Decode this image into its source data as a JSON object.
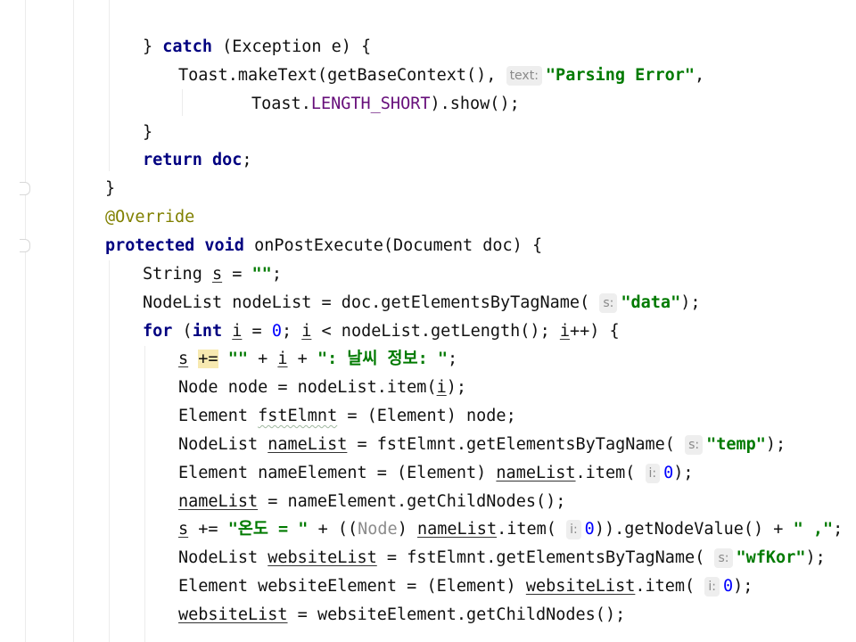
{
  "editor": {
    "lines": [
      {
        "indent": 160,
        "tokens": [
          {
            "t": "} ",
            "c": ""
          },
          {
            "t": "catch",
            "c": "kw"
          },
          {
            "t": " (Exception e) {",
            "c": ""
          }
        ]
      },
      {
        "indent": 200,
        "tokens": [
          {
            "t": "Toast.makeText(getBaseContext(), ",
            "c": ""
          },
          {
            "t": "text:",
            "c": "hint"
          },
          {
            "t": "\"Parsing Error\"",
            "c": "str"
          },
          {
            "t": ",",
            "c": ""
          }
        ]
      },
      {
        "indent": 282,
        "tokens": [
          {
            "t": "Toast.",
            "c": ""
          },
          {
            "t": "LENGTH_SHORT",
            "c": "field"
          },
          {
            "t": ").show();",
            "c": ""
          }
        ]
      },
      {
        "indent": 160,
        "tokens": [
          {
            "t": "}",
            "c": ""
          }
        ]
      },
      {
        "indent": 160,
        "tokens": [
          {
            "t": "return",
            "c": "kw"
          },
          {
            "t": " ",
            "c": ""
          },
          {
            "t": "doc",
            "c": "kw"
          },
          {
            "t": ";",
            "c": ""
          }
        ]
      },
      {
        "indent": 118,
        "tokens": [
          {
            "t": "}",
            "c": ""
          }
        ]
      },
      {
        "indent": 118,
        "tokens": [
          {
            "t": "@Override",
            "c": "anno"
          }
        ]
      },
      {
        "indent": 118,
        "tokens": [
          {
            "t": "protected",
            "c": "kw"
          },
          {
            "t": " ",
            "c": ""
          },
          {
            "t": "void",
            "c": "kw"
          },
          {
            "t": " onPostExecute(Document doc) {",
            "c": ""
          }
        ]
      },
      {
        "indent": 160,
        "tokens": [
          {
            "t": "String ",
            "c": ""
          },
          {
            "t": "s",
            "c": "u"
          },
          {
            "t": " = ",
            "c": ""
          },
          {
            "t": "\"\"",
            "c": "str"
          },
          {
            "t": ";",
            "c": ""
          }
        ]
      },
      {
        "indent": 160,
        "tokens": [
          {
            "t": "NodeList nodeList = doc.getElementsByTagName( ",
            "c": ""
          },
          {
            "t": "s:",
            "c": "hint"
          },
          {
            "t": "\"data\"",
            "c": "str"
          },
          {
            "t": ");",
            "c": ""
          }
        ]
      },
      {
        "indent": 160,
        "tokens": [
          {
            "t": "for",
            "c": "kw"
          },
          {
            "t": " (",
            "c": ""
          },
          {
            "t": "int",
            "c": "kw"
          },
          {
            "t": " ",
            "c": ""
          },
          {
            "t": "i",
            "c": "u"
          },
          {
            "t": " = ",
            "c": ""
          },
          {
            "t": "0",
            "c": "num"
          },
          {
            "t": "; ",
            "c": ""
          },
          {
            "t": "i",
            "c": "u"
          },
          {
            "t": " < nodeList.getLength(); ",
            "c": ""
          },
          {
            "t": "i",
            "c": "u"
          },
          {
            "t": "++) {",
            "c": ""
          }
        ]
      },
      {
        "indent": 200,
        "tokens": [
          {
            "t": "s",
            "c": "u"
          },
          {
            "t": " ",
            "c": ""
          },
          {
            "t": "+=",
            "c": "hl"
          },
          {
            "t": " ",
            "c": ""
          },
          {
            "t": "\"\"",
            "c": "str"
          },
          {
            "t": " + ",
            "c": ""
          },
          {
            "t": "i",
            "c": "u"
          },
          {
            "t": " + ",
            "c": ""
          },
          {
            "t": "\": 날씨 정보: \"",
            "c": "str"
          },
          {
            "t": ";",
            "c": ""
          }
        ]
      },
      {
        "indent": 200,
        "tokens": [
          {
            "t": "Node node = nodeList.item(",
            "c": ""
          },
          {
            "t": "i",
            "c": "u"
          },
          {
            "t": ");",
            "c": ""
          }
        ]
      },
      {
        "indent": 200,
        "tokens": [
          {
            "t": "Element ",
            "c": ""
          },
          {
            "t": "fstElmnt",
            "c": "squig"
          },
          {
            "t": " = (Element) node;",
            "c": ""
          }
        ]
      },
      {
        "indent": 200,
        "tokens": [
          {
            "t": "NodeList ",
            "c": ""
          },
          {
            "t": "nameList",
            "c": "u"
          },
          {
            "t": " = fstElmnt.getElementsByTagName( ",
            "c": ""
          },
          {
            "t": "s:",
            "c": "hint"
          },
          {
            "t": "\"temp\"",
            "c": "str"
          },
          {
            "t": ");",
            "c": ""
          }
        ]
      },
      {
        "indent": 200,
        "tokens": [
          {
            "t": "Element nameElement = (Element) ",
            "c": ""
          },
          {
            "t": "nameList",
            "c": "u"
          },
          {
            "t": ".item( ",
            "c": ""
          },
          {
            "t": "i:",
            "c": "hint"
          },
          {
            "t": "0",
            "c": "num"
          },
          {
            "t": ");",
            "c": ""
          }
        ]
      },
      {
        "indent": 200,
        "tokens": [
          {
            "t": "nameList",
            "c": "u"
          },
          {
            "t": " = nameElement.getChildNodes();",
            "c": ""
          }
        ]
      },
      {
        "indent": 200,
        "tokens": [
          {
            "t": "s",
            "c": "u"
          },
          {
            "t": " += ",
            "c": ""
          },
          {
            "t": "\"온도 = \"",
            "c": "str"
          },
          {
            "t": " + ((",
            "c": ""
          },
          {
            "t": "Node",
            "c": "cast"
          },
          {
            "t": ") ",
            "c": ""
          },
          {
            "t": "nameList",
            "c": "u"
          },
          {
            "t": ".item( ",
            "c": ""
          },
          {
            "t": "i:",
            "c": "hint"
          },
          {
            "t": "0",
            "c": "num"
          },
          {
            "t": ")).getNodeValue() + ",
            "c": ""
          },
          {
            "t": "\" ,\"",
            "c": "str"
          },
          {
            "t": ";",
            "c": ""
          }
        ]
      },
      {
        "indent": 200,
        "tokens": [
          {
            "t": "NodeList ",
            "c": ""
          },
          {
            "t": "websiteList",
            "c": "u"
          },
          {
            "t": " = fstElmnt.getElementsByTagName( ",
            "c": ""
          },
          {
            "t": "s:",
            "c": "hint"
          },
          {
            "t": "\"wfKor\"",
            "c": "str"
          },
          {
            "t": ");",
            "c": ""
          }
        ]
      },
      {
        "indent": 200,
        "tokens": [
          {
            "t": "Element websiteElement = (Element) ",
            "c": ""
          },
          {
            "t": "websiteList",
            "c": "u"
          },
          {
            "t": ".item( ",
            "c": ""
          },
          {
            "t": "i:",
            "c": "hint"
          },
          {
            "t": "0",
            "c": "num"
          },
          {
            "t": ");",
            "c": ""
          }
        ]
      },
      {
        "indent": 200,
        "tokens": [
          {
            "t": "websiteList",
            "c": "u"
          },
          {
            "t": " = websiteElement.getChildNodes();",
            "c": ""
          }
        ]
      }
    ]
  }
}
